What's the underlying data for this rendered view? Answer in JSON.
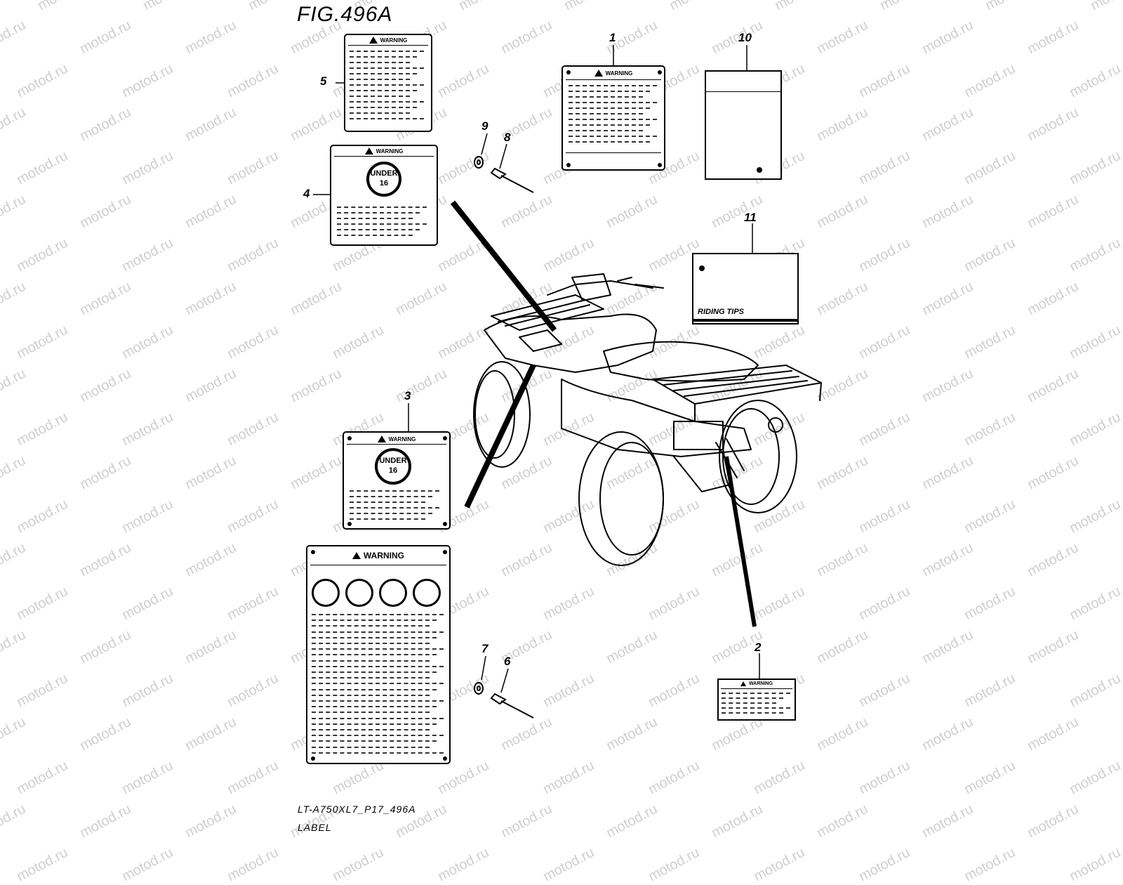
{
  "figure": {
    "title": "FIG.496A",
    "code": "LT-A750XL7_P17_496A",
    "caption": "LABEL"
  },
  "watermark": "motod.ru",
  "callouts": [
    "1",
    "2",
    "3",
    "4",
    "5",
    "6",
    "7",
    "8",
    "9",
    "10",
    "11"
  ],
  "labels": {
    "warning": "WARNING",
    "under_line1": "UNDER",
    "under_line2": "16",
    "riding_tips": "RIDING TIPS"
  }
}
